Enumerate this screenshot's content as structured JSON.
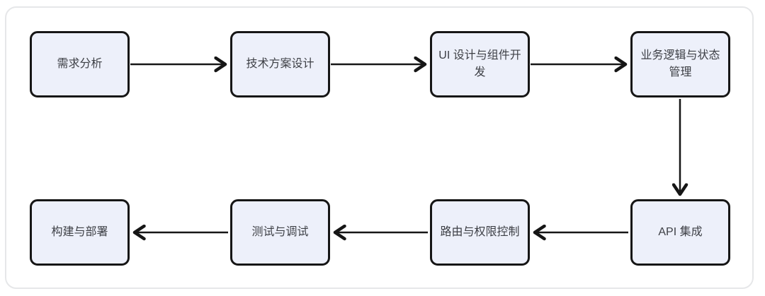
{
  "page": {
    "background_color": "#ffffff"
  },
  "card": {
    "background_color": "#ffffff",
    "border_color": "#e6e7e9"
  },
  "diagram": {
    "type": "flowchart",
    "node_style": {
      "fill_color": "#edf0fa",
      "border_color": "#161616",
      "text_color": "#3d3f45"
    },
    "arrow_color": "#161616",
    "nodes": [
      {
        "id": "requirements-analysis",
        "label": "需求分析"
      },
      {
        "id": "technical-design",
        "label": "技术方案设计"
      },
      {
        "id": "ui-component-dev",
        "label": "UI 设计与组件开发"
      },
      {
        "id": "business-logic-state",
        "label": "业务逻辑与状态管理"
      },
      {
        "id": "api-integration",
        "label": "API 集成"
      },
      {
        "id": "routing-permissions",
        "label": "路由与权限控制"
      },
      {
        "id": "testing-debugging",
        "label": "测试与调试"
      },
      {
        "id": "build-deployment",
        "label": "构建与部署"
      }
    ],
    "edges": [
      {
        "from": "需求分析",
        "to": "技术方案设计",
        "direction": "right"
      },
      {
        "from": "技术方案设计",
        "to": "UI 设计与组件开发",
        "direction": "right"
      },
      {
        "from": "UI 设计与组件开发",
        "to": "业务逻辑与状态管理",
        "direction": "right"
      },
      {
        "from": "业务逻辑与状态管理",
        "to": "API 集成",
        "direction": "down"
      },
      {
        "from": "API 集成",
        "to": "路由与权限控制",
        "direction": "left"
      },
      {
        "from": "路由与权限控制",
        "to": "测试与调试",
        "direction": "left"
      },
      {
        "from": "测试与调试",
        "to": "构建与部署",
        "direction": "left"
      }
    ]
  }
}
